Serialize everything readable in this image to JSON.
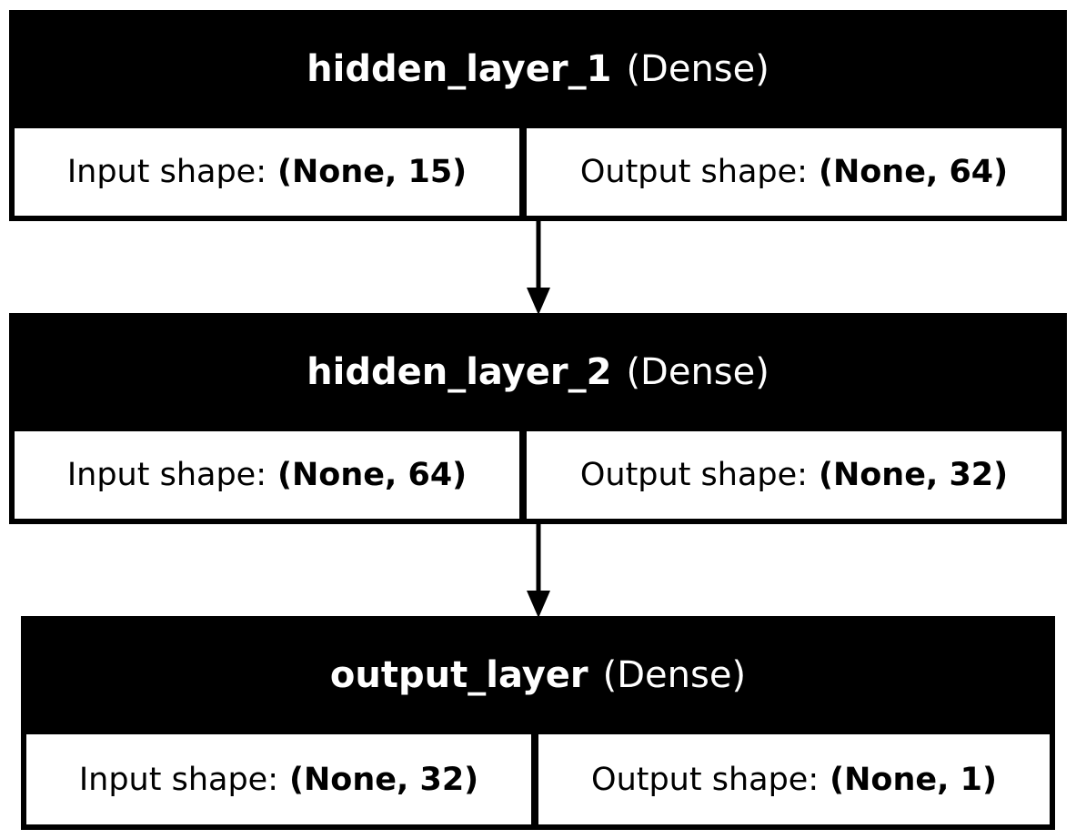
{
  "layers": [
    {
      "name": "hidden_layer_1",
      "type": "(Dense)",
      "input_label": "Input shape:",
      "input_value": "(None, 15)",
      "output_label": "Output shape:",
      "output_value": "(None, 64)"
    },
    {
      "name": "hidden_layer_2",
      "type": "(Dense)",
      "input_label": "Input shape:",
      "input_value": "(None, 64)",
      "output_label": "Output shape:",
      "output_value": "(None, 32)"
    },
    {
      "name": "output_layer",
      "type": "(Dense)",
      "input_label": "Input shape:",
      "input_value": "(None, 32)",
      "output_label": "Output shape:",
      "output_value": "(None, 1)"
    }
  ],
  "colors": {
    "header_background": "#000000",
    "header_text": "#ffffff",
    "cell_background": "#ffffff",
    "text": "#000000"
  }
}
